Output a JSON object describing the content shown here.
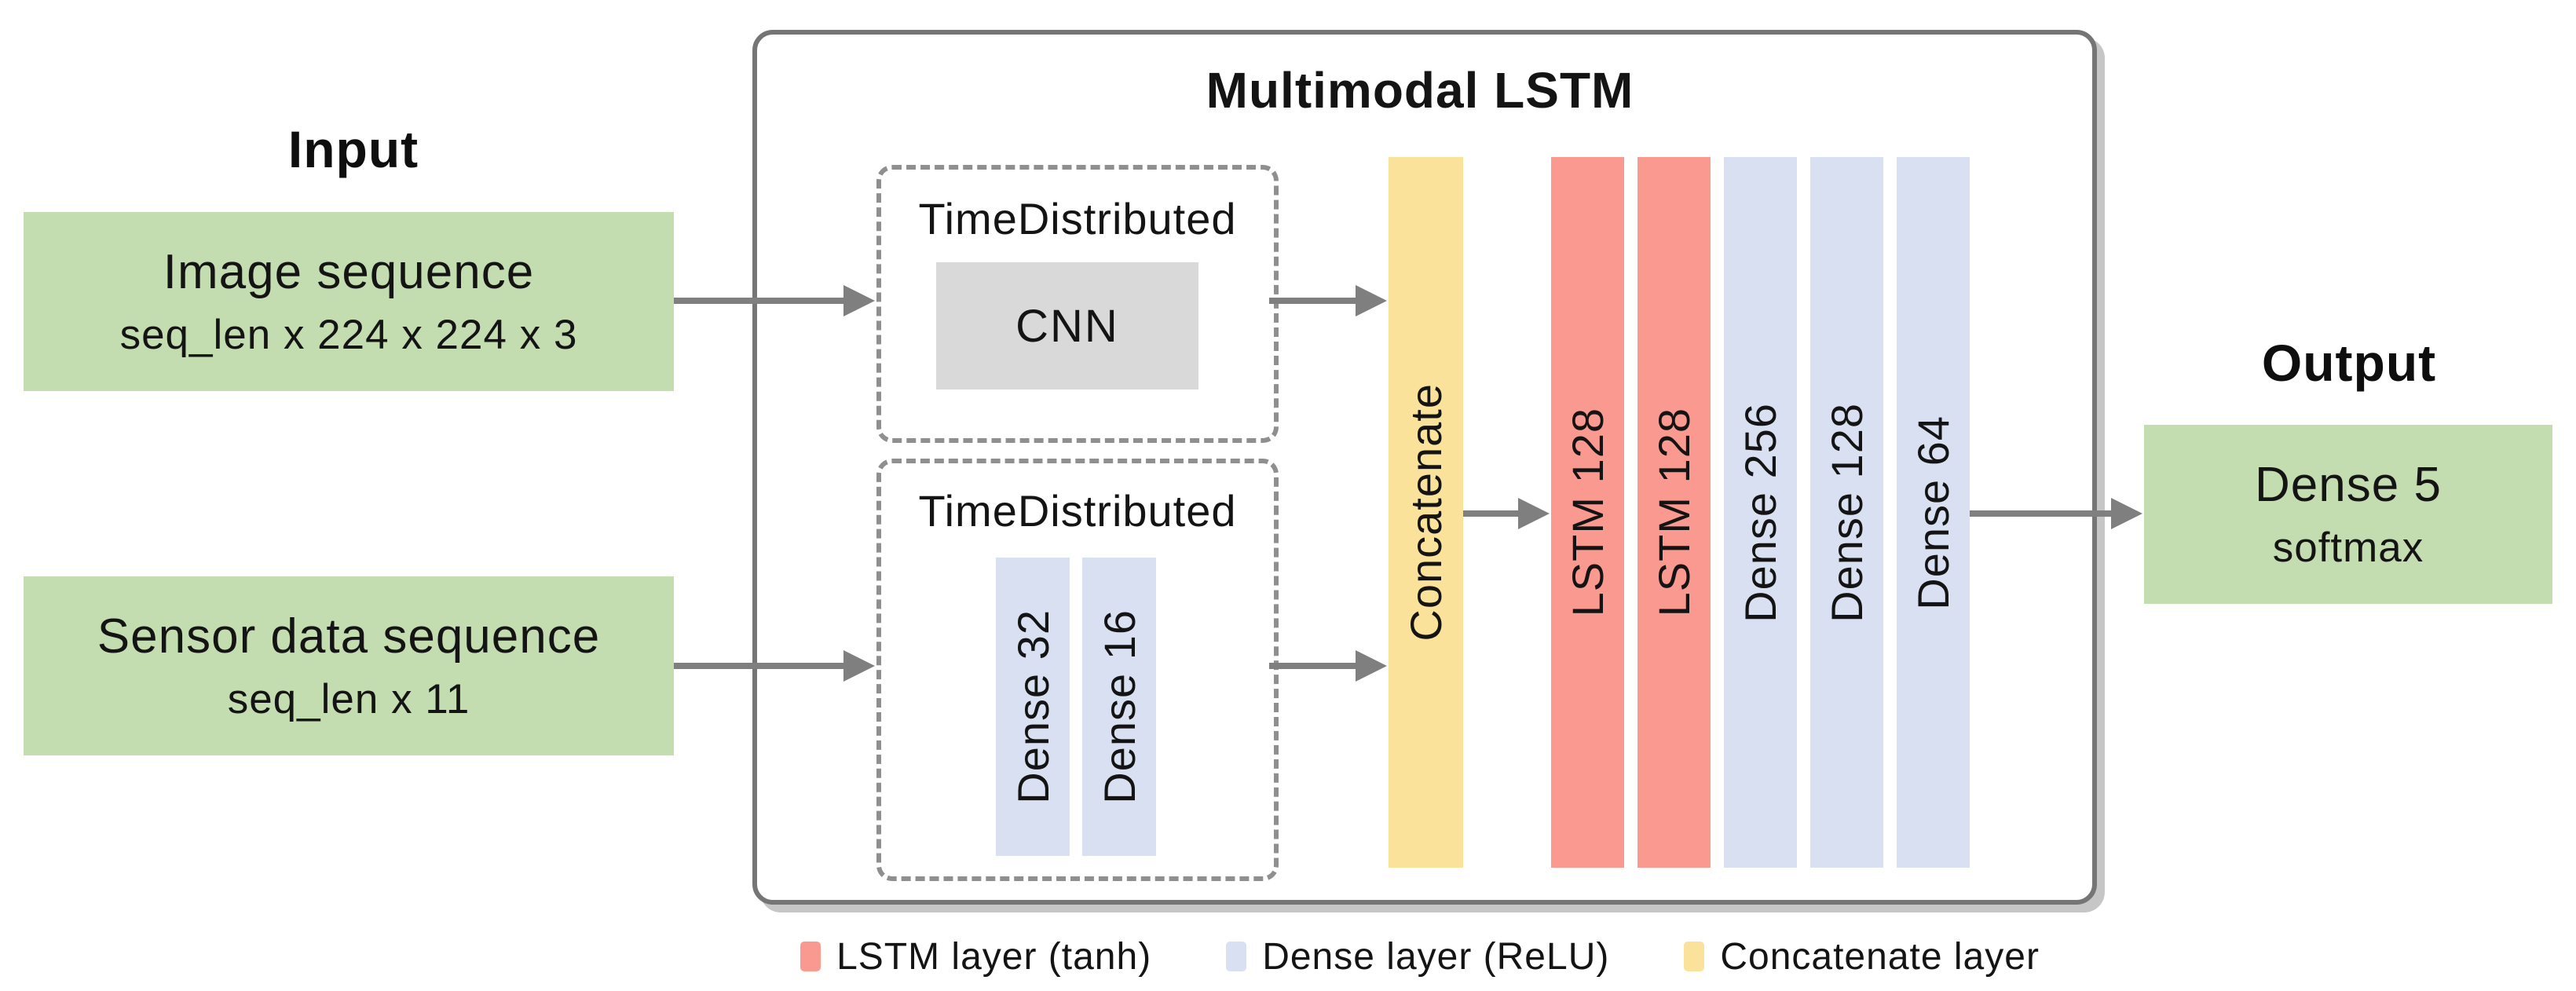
{
  "input": {
    "heading": "Input",
    "boxes": [
      {
        "title": "Image sequence",
        "subtitle": "seq_len x 224 x 224 x 3"
      },
      {
        "title": "Sensor data sequence",
        "subtitle": "seq_len x 11"
      }
    ]
  },
  "model": {
    "title": "Multimodal LSTM",
    "time_distributed_cnn": {
      "label": "TimeDistributed",
      "inner": "CNN"
    },
    "time_distributed_dense": {
      "label": "TimeDistributed",
      "bars": [
        "Dense 32",
        "Dense 16"
      ]
    },
    "concatenate_bar": "Concatenate",
    "lstm_bars": [
      "LSTM 128",
      "LSTM 128"
    ],
    "dense_bars": [
      "Dense 256",
      "Dense 128",
      "Dense 64"
    ]
  },
  "output": {
    "heading": "Output",
    "box": {
      "title": "Dense 5",
      "subtitle": "softmax"
    }
  },
  "legend": [
    {
      "label": "LSTM layer (tanh)",
      "color": "#f9998f"
    },
    {
      "label": "Dense layer (ReLU)",
      "color": "#d8e0f2"
    },
    {
      "label": "Concatenate layer",
      "color": "#fbe29a"
    }
  ],
  "colors": {
    "input_output_box": "#c3ddb1",
    "lstm_layer": "#f9998f",
    "dense_layer": "#d8e0f2",
    "concatenate_layer": "#fbe29a",
    "cnn_box": "#d9d9d9",
    "connector": "#7f7f7f"
  }
}
